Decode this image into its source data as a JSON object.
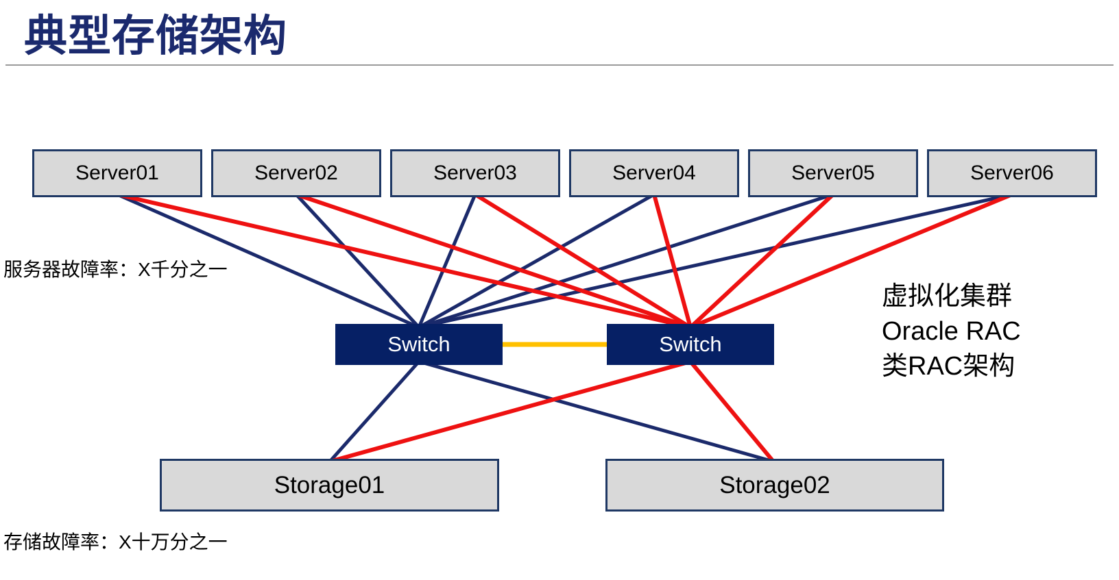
{
  "title": "典型存储架构",
  "annotations": {
    "server_failure_rate": "服务器故障率：X千分之一",
    "storage_failure_rate": "存储故障率：X十万分之一",
    "cluster_note_lines": [
      "虚拟化集群",
      "Oracle RAC",
      "类RAC架构"
    ]
  },
  "diagram": {
    "servers": [
      {
        "label": "Server01"
      },
      {
        "label": "Server02"
      },
      {
        "label": "Server03"
      },
      {
        "label": "Server04"
      },
      {
        "label": "Server05"
      },
      {
        "label": "Server06"
      }
    ],
    "switches": [
      {
        "label": "Switch"
      },
      {
        "label": "Switch"
      }
    ],
    "storages": [
      {
        "label": "Storage01"
      },
      {
        "label": "Storage02"
      }
    ],
    "colors": {
      "title_text": "#1b2a6e",
      "navy_link": "#1b2a6b",
      "red_link": "#ee1111",
      "inter_switch_link": "#ffc000",
      "switch_fill": "#062065",
      "switch_text": "#ffffff",
      "node_fill": "#d9d9d9",
      "node_border": "#1f3864",
      "divider": "#9a9a9a"
    }
  }
}
